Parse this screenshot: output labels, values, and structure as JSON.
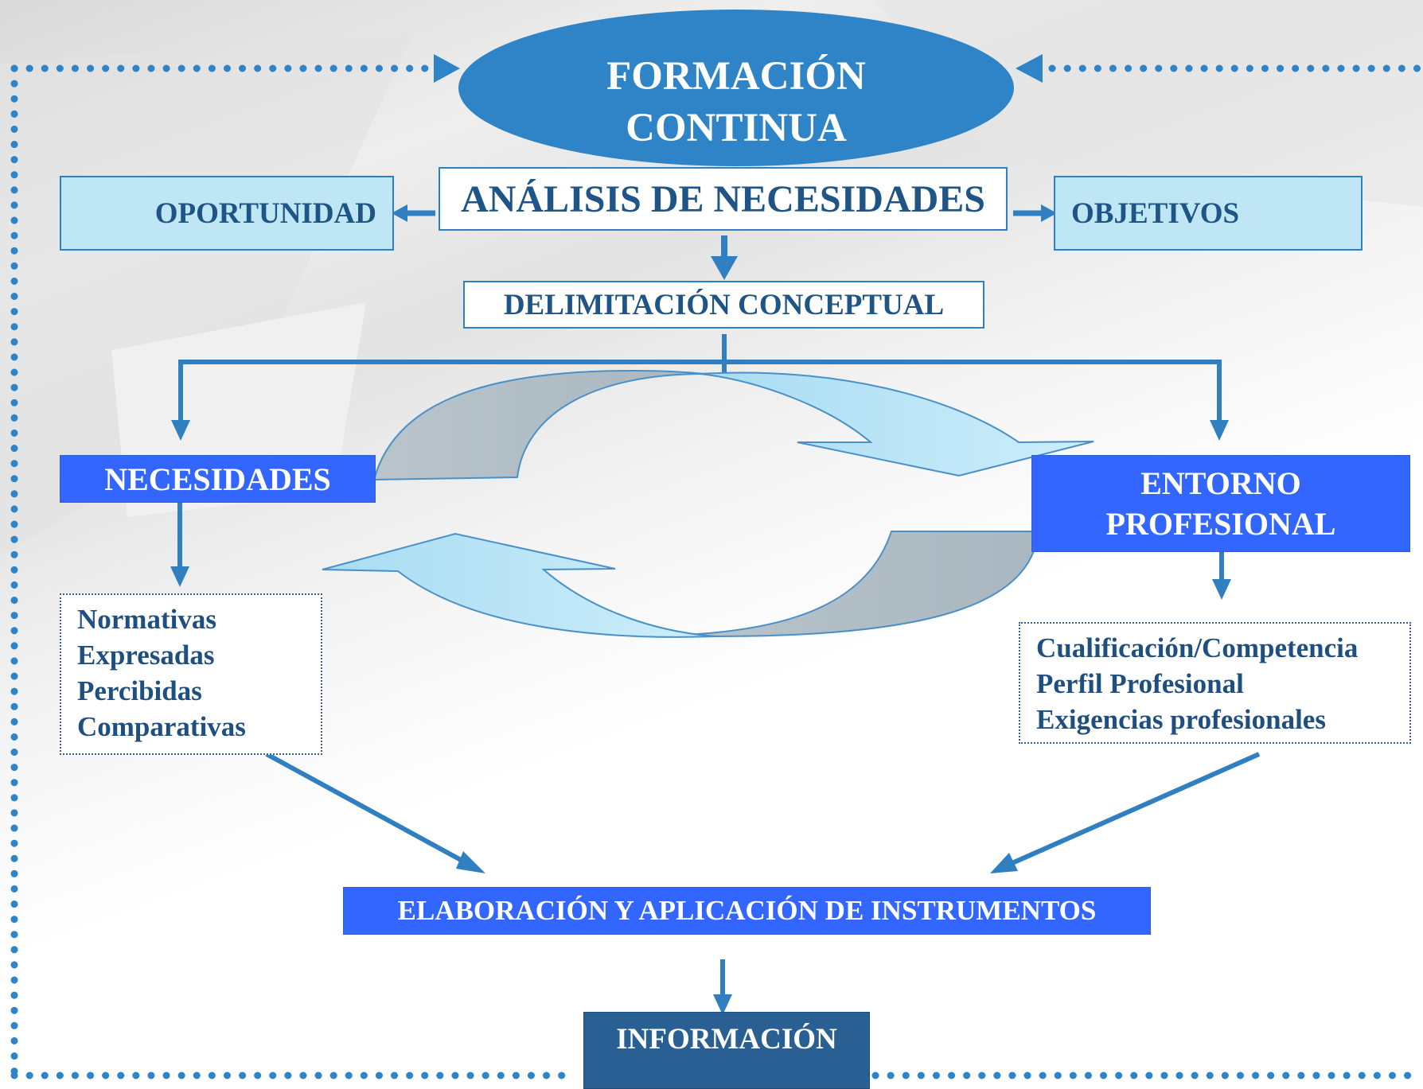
{
  "top": {
    "line1": "FORMACIÓN",
    "line2": "CONTINUA"
  },
  "analysis": "ANÁLISIS DE NECESIDADES",
  "left_box": "OPORTUNIDAD",
  "right_box": "OBJETIVOS",
  "delimitation": "DELIMITACIÓN CONCEPTUAL",
  "needs": {
    "title": "NECESIDADES",
    "items": [
      "Normativas",
      "Expresadas",
      "Percibidas",
      "Comparativas"
    ]
  },
  "environment": {
    "title_line1": "ENTORNO",
    "title_line2": "PROFESIONAL",
    "items": [
      "Cualificación/Competencia",
      "Perfil Profesional",
      "Exigencias profesionales"
    ]
  },
  "elaboration": "ELABORACIÓN Y APLICACIÓN DE INSTRUMENTOS",
  "information": "INFORMACIÓN",
  "colors": {
    "ellipse": "#2f84c7",
    "light_box": "#bfe6f5",
    "blue_box": "#3366ff",
    "dark_box": "#2a5f94",
    "arrow": "#2f7fc1",
    "dotted_frame": "#2f84c7"
  }
}
